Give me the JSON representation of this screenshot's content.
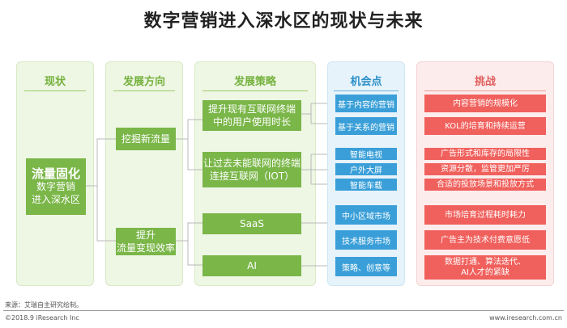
{
  "title": "数字营销进入深水区的现状与未来",
  "columns": {
    "status": "现状",
    "direction": "发展方向",
    "strategy": "发展策略",
    "opportunity": "机会点",
    "challenge": "挑战"
  },
  "status_box": {
    "main": "流量固化",
    "sub": "数字营销\n进入深水区"
  },
  "directions": [
    "挖掘新流量",
    "提升\n流量变现效率"
  ],
  "strategies": [
    "提升现有互联网终端\n中的用户使用时长",
    "让过去未能联网的终端\n连接互联网（IOT）",
    "SaaS",
    "AI"
  ],
  "opportunities": [
    "基于内容的营销",
    "基于关系的营销",
    "智能电视",
    "户外大屏",
    "智能车载",
    "中小区域市场",
    "技术服务市场",
    "策略、创意等"
  ],
  "challenges": [
    "内容营销的规模化",
    "KOL的培育和持续运营",
    "广告形式和库存的局限性",
    "资源分散，监管更加严厉",
    "合适的投放场景和投放方式",
    "市场培育过程耗时耗力",
    "广告主为技术付费意愿低",
    "数据打通、算法迭代、\nAI人才的紧缺"
  ],
  "footer": {
    "source": "来源：艾瑞自主研究绘制。",
    "copyright": "©2018.9 iResearch Inc",
    "website": "www.iresearch.com.cn"
  },
  "colors": {
    "green": "#7ab648",
    "blue": "#3a9fd8",
    "red": "#f0605c"
  }
}
